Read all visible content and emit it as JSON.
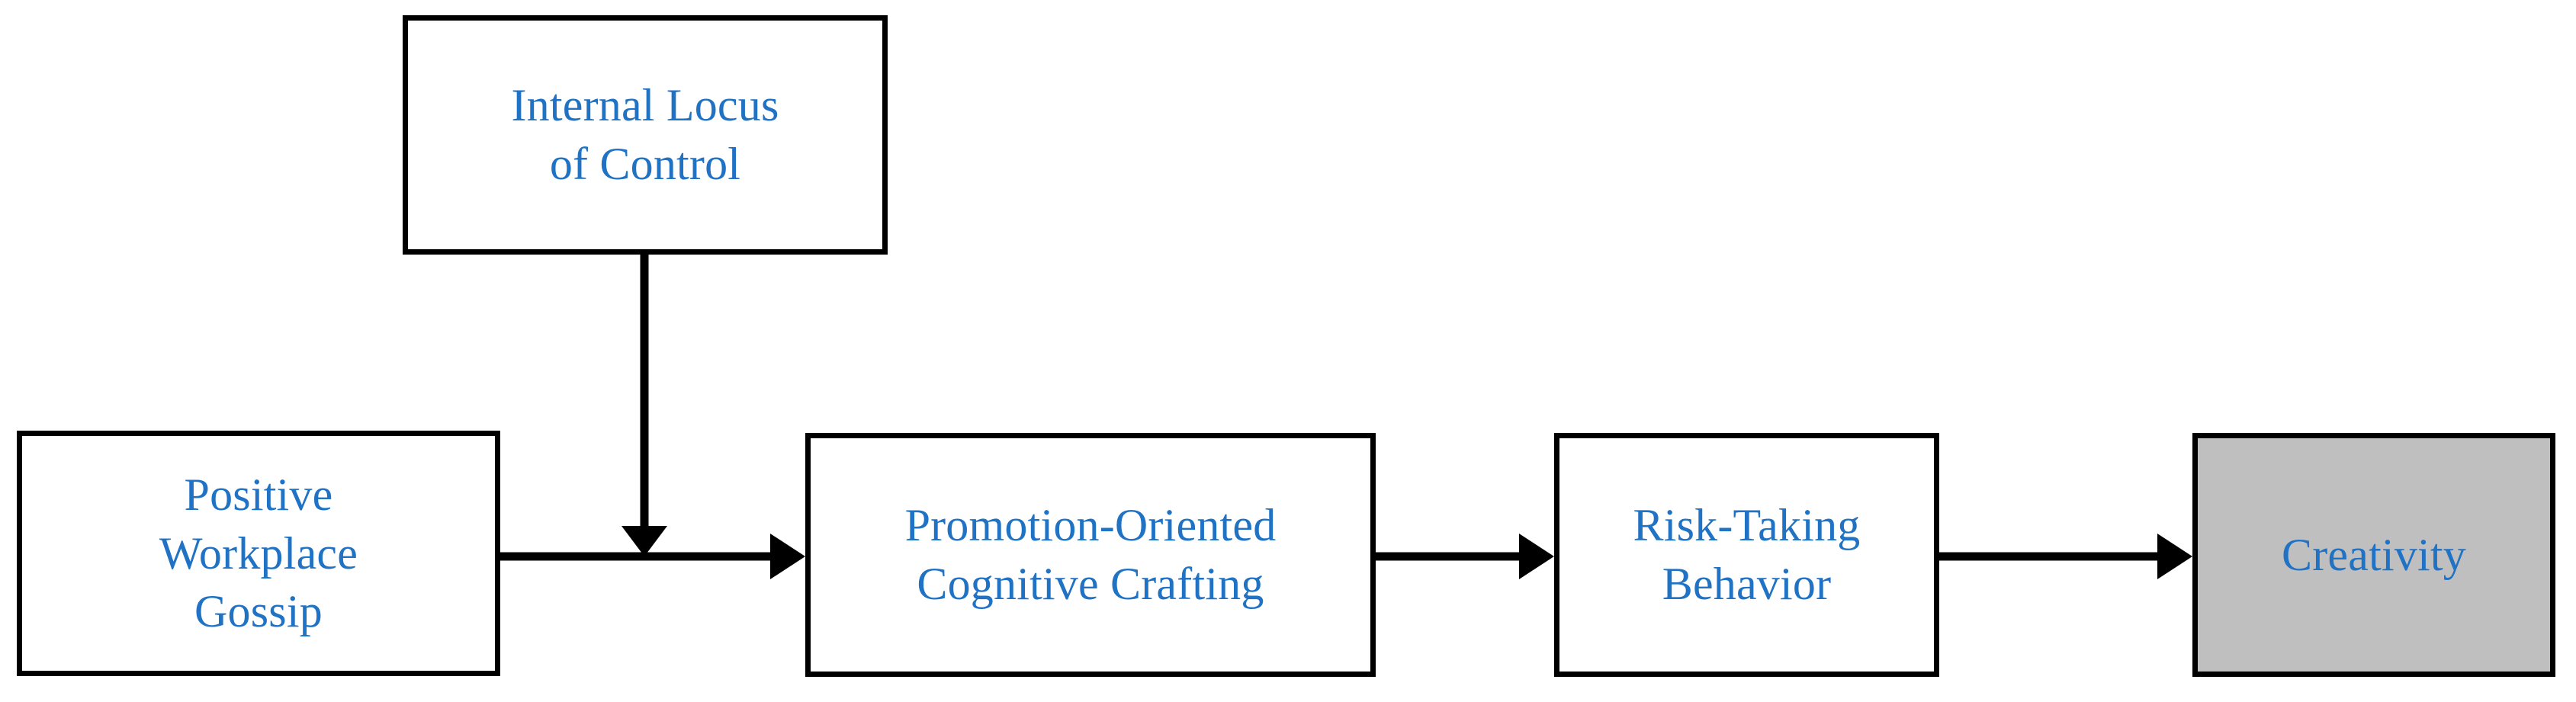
{
  "diagram": {
    "type": "flow-model",
    "title": "",
    "colors": {
      "node_text": "#1f72c4",
      "node_border": "#000000",
      "node_fill": "#ffffff",
      "node_fill_highlight": "#bfbfbf",
      "connector": "#000000",
      "background": "#ffffff"
    },
    "nodes": [
      {
        "id": "internal-locus-of-control",
        "label": "Internal Locus\nof Control",
        "fill": "white",
        "role": "moderator"
      },
      {
        "id": "positive-workplace-gossip",
        "label": "Positive\nWorkplace\nGossip",
        "fill": "white",
        "role": "independent-variable"
      },
      {
        "id": "promotion-oriented-cognitive-crafting",
        "label": "Promotion-Oriented\nCognitive Crafting",
        "fill": "white",
        "role": "mediator"
      },
      {
        "id": "risk-taking-behavior",
        "label": "Risk-Taking\nBehavior",
        "fill": "white",
        "role": "mediator"
      },
      {
        "id": "creativity",
        "label": "Creativity",
        "fill": "gray",
        "role": "dependent-variable"
      }
    ],
    "edges": [
      {
        "id": "gossip-to-crafting",
        "from": "positive-workplace-gossip",
        "to": "promotion-oriented-cognitive-crafting",
        "direction": "horizontal",
        "arrowhead": "end"
      },
      {
        "id": "locus-moderates-gossip-crafting",
        "from": "internal-locus-of-control",
        "to": "gossip-to-crafting",
        "direction": "vertical",
        "arrowhead": "end"
      },
      {
        "id": "crafting-to-risk",
        "from": "promotion-oriented-cognitive-crafting",
        "to": "risk-taking-behavior",
        "direction": "horizontal",
        "arrowhead": "end"
      },
      {
        "id": "risk-to-creativity",
        "from": "risk-taking-behavior",
        "to": "creativity",
        "direction": "horizontal",
        "arrowhead": "end"
      }
    ]
  }
}
